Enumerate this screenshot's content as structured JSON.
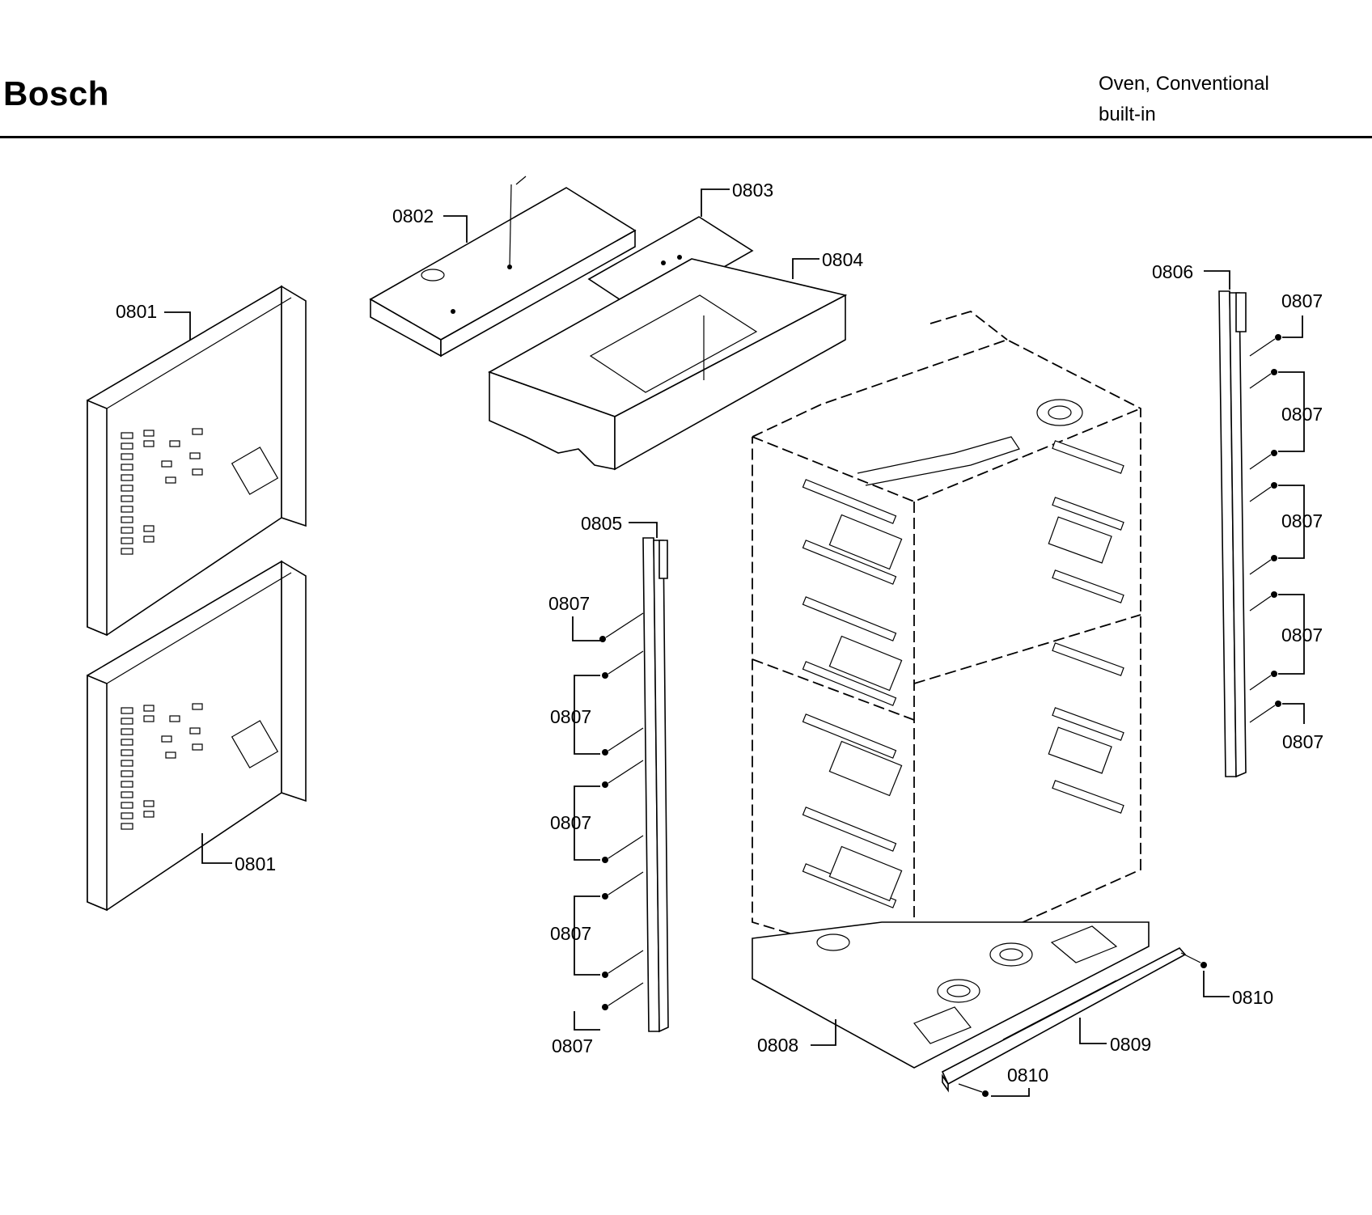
{
  "header": {
    "brand": "Bosch",
    "product_line1": "Oven, Conventional",
    "product_line2": "built-in"
  },
  "callouts": {
    "c0801_top": "0801",
    "c0801_bottom": "0801",
    "c0802": "0802",
    "c0803": "0803",
    "c0804": "0804",
    "c0805": "0805",
    "c0806": "0806",
    "c0807_l1": "0807",
    "c0807_l2": "0807",
    "c0807_l3": "0807",
    "c0807_l4": "0807",
    "c0807_l5": "0807",
    "c0807_r1": "0807",
    "c0807_r2": "0807",
    "c0807_r3": "0807",
    "c0807_r4": "0807",
    "c0807_r5": "0807",
    "c0808": "0808",
    "c0809": "0809",
    "c0810_right": "0810",
    "c0810_bottom": "0810"
  }
}
